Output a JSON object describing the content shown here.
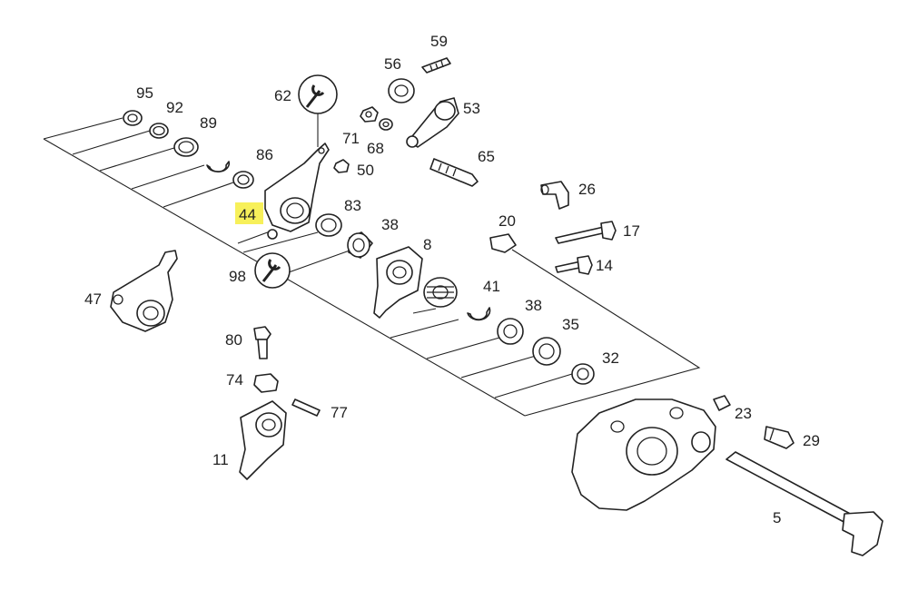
{
  "highlight_color": "#f7f05a",
  "callouts": [
    {
      "id": "c95",
      "text": "95"
    },
    {
      "id": "c92",
      "text": "92"
    },
    {
      "id": "c89",
      "text": "89"
    },
    {
      "id": "c86",
      "text": "86"
    },
    {
      "id": "c44",
      "text": "44",
      "highlighted": true
    },
    {
      "id": "c62",
      "text": "62"
    },
    {
      "id": "c59",
      "text": "59"
    },
    {
      "id": "c56",
      "text": "56"
    },
    {
      "id": "c53",
      "text": "53"
    },
    {
      "id": "c71",
      "text": "71"
    },
    {
      "id": "c68",
      "text": "68"
    },
    {
      "id": "c50",
      "text": "50"
    },
    {
      "id": "c65",
      "text": "65"
    },
    {
      "id": "c83",
      "text": "83"
    },
    {
      "id": "c38a",
      "text": "38"
    },
    {
      "id": "c8",
      "text": "8"
    },
    {
      "id": "c98",
      "text": "98"
    },
    {
      "id": "c47",
      "text": "47"
    },
    {
      "id": "c41",
      "text": "41"
    },
    {
      "id": "c38b",
      "text": "38"
    },
    {
      "id": "c35",
      "text": "35"
    },
    {
      "id": "c32",
      "text": "32"
    },
    {
      "id": "c26",
      "text": "26"
    },
    {
      "id": "c20",
      "text": "20"
    },
    {
      "id": "c17",
      "text": "17"
    },
    {
      "id": "c14",
      "text": "14"
    },
    {
      "id": "c80",
      "text": "80"
    },
    {
      "id": "c74",
      "text": "74"
    },
    {
      "id": "c77",
      "text": "77"
    },
    {
      "id": "c11",
      "text": "11"
    },
    {
      "id": "c23",
      "text": "23"
    },
    {
      "id": "c29",
      "text": "29"
    },
    {
      "id": "c5",
      "text": "5"
    }
  ],
  "icons": [
    "wrench-icon"
  ]
}
